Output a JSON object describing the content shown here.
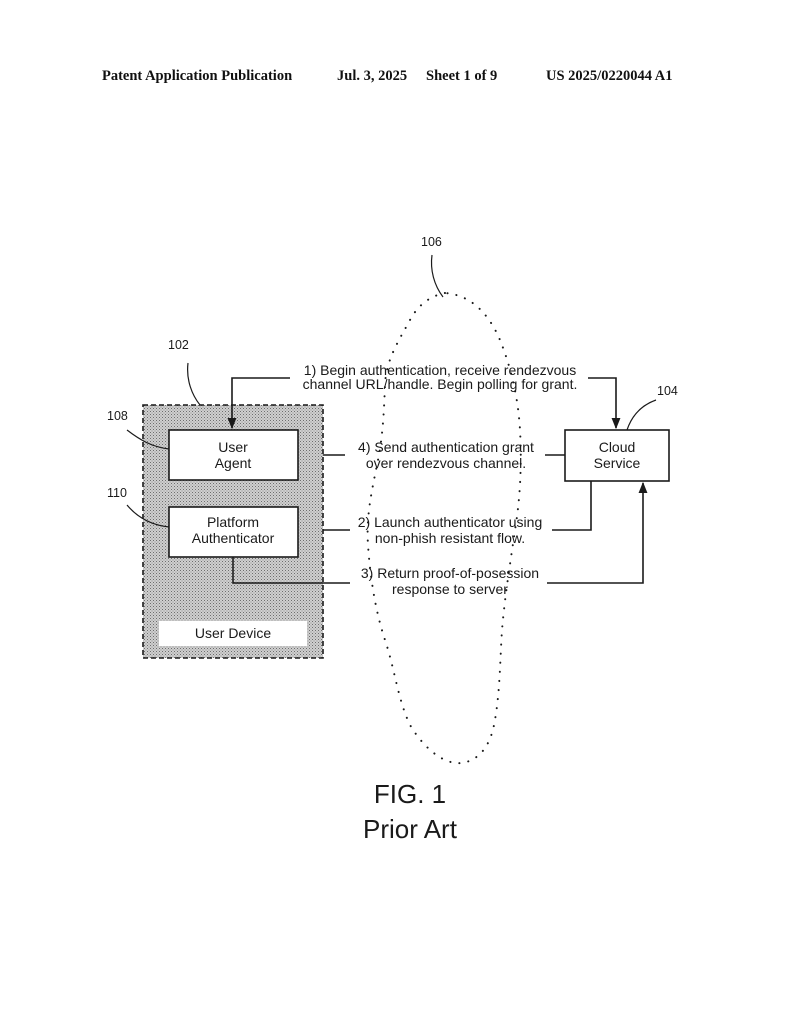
{
  "header": {
    "publication": "Patent Application Publication",
    "date": "Jul. 3, 2025",
    "sheet": "Sheet 1 of 9",
    "number": "US 2025/0220044 A1"
  },
  "figure": {
    "title": "FIG. 1",
    "subtitle": "Prior Art",
    "refs": {
      "user_device": "102",
      "cloud_service": "104",
      "rendezvous_cloud": "106",
      "user_agent": "108",
      "platform_authenticator": "110"
    },
    "boxes": {
      "user_agent": [
        "User",
        "Agent"
      ],
      "platform_authenticator": [
        "Platform",
        "Authenticator"
      ],
      "user_device": "User Device",
      "cloud_service": [
        "Cloud",
        "Service"
      ]
    },
    "steps": {
      "step1": [
        "1) Begin authentication, receive rendezvous",
        "channel URL/handle. Begin polling for grant."
      ],
      "step4": [
        "4) Send authentication grant",
        "over rendezvous channel."
      ],
      "step2": [
        "2) Launch authenticator using",
        "non-phish resistant flow."
      ],
      "step3": [
        "3) Return proof-of-posession",
        "response to server"
      ]
    },
    "colors": {
      "line": "#1a1a1a",
      "device_fill": "#b8b8b8"
    }
  }
}
